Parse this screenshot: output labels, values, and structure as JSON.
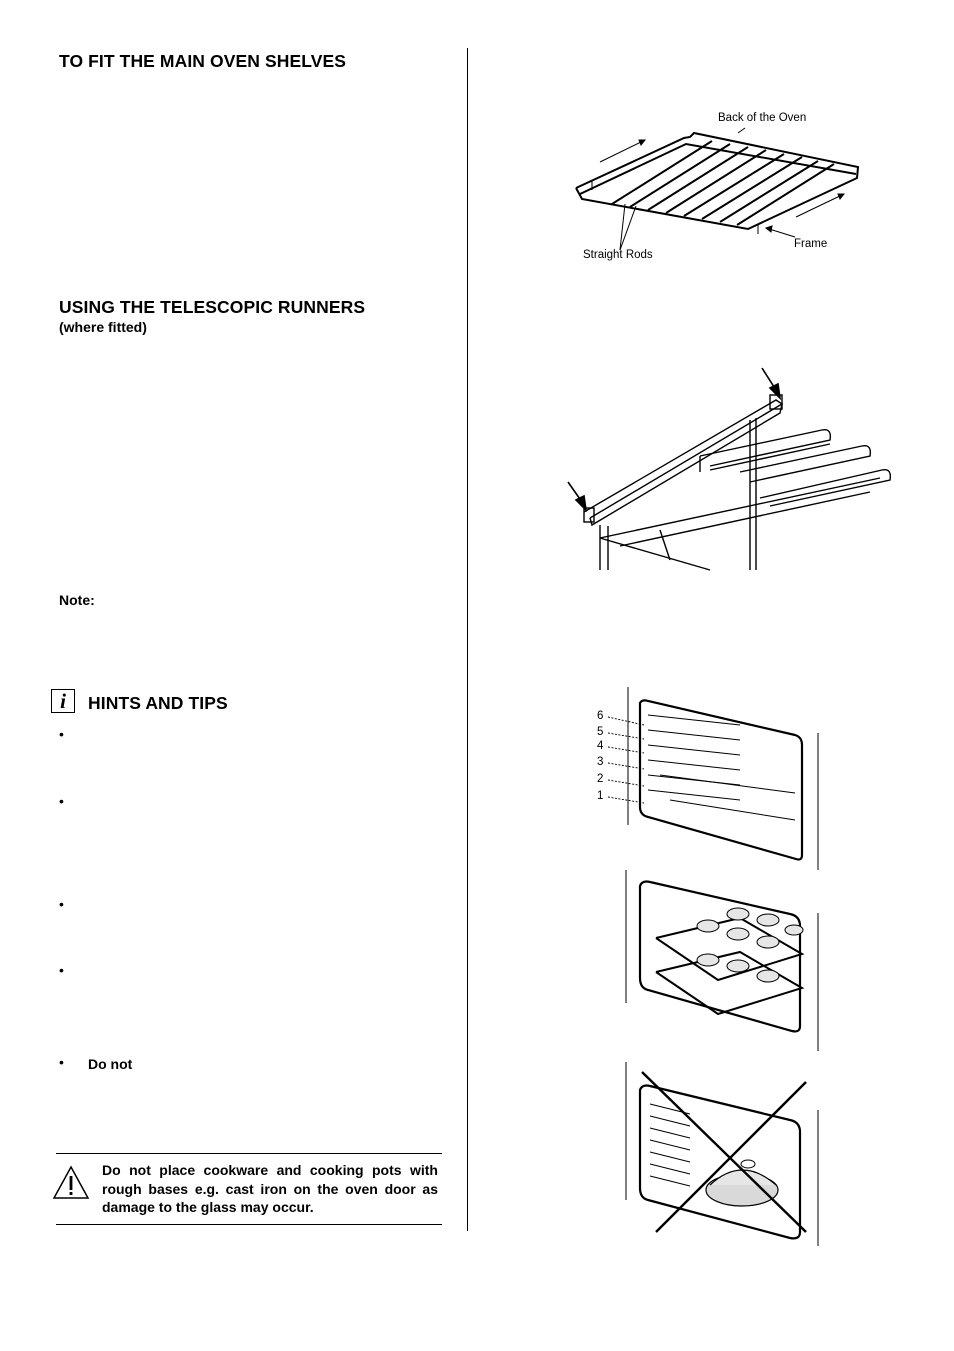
{
  "headings": {
    "fit_shelves": "TO FIT THE MAIN OVEN SHELVES",
    "telescopic": "USING THE TELESCOPIC RUNNERS",
    "telescopic_sub": "(where fitted)",
    "note": "Note:",
    "hints": "HINTS AND TIPS"
  },
  "hints": {
    "bullet_glyph": "•",
    "do_not": "Do  not"
  },
  "icons": {
    "info": "i",
    "info_name": "info-icon",
    "warning_name": "warning-triangle-icon"
  },
  "warning": {
    "text": "Do not place cookware and cooking pots with rough bases e.g. cast iron on the oven door as damage to the glass may occur."
  },
  "figure_shelf": {
    "back_label": "Back of the Oven",
    "frame_label": "Frame",
    "rods_label": "Straight Rods"
  },
  "figure_positions": {
    "levels": [
      "6",
      "5",
      "4",
      "3",
      "2",
      "1"
    ]
  }
}
